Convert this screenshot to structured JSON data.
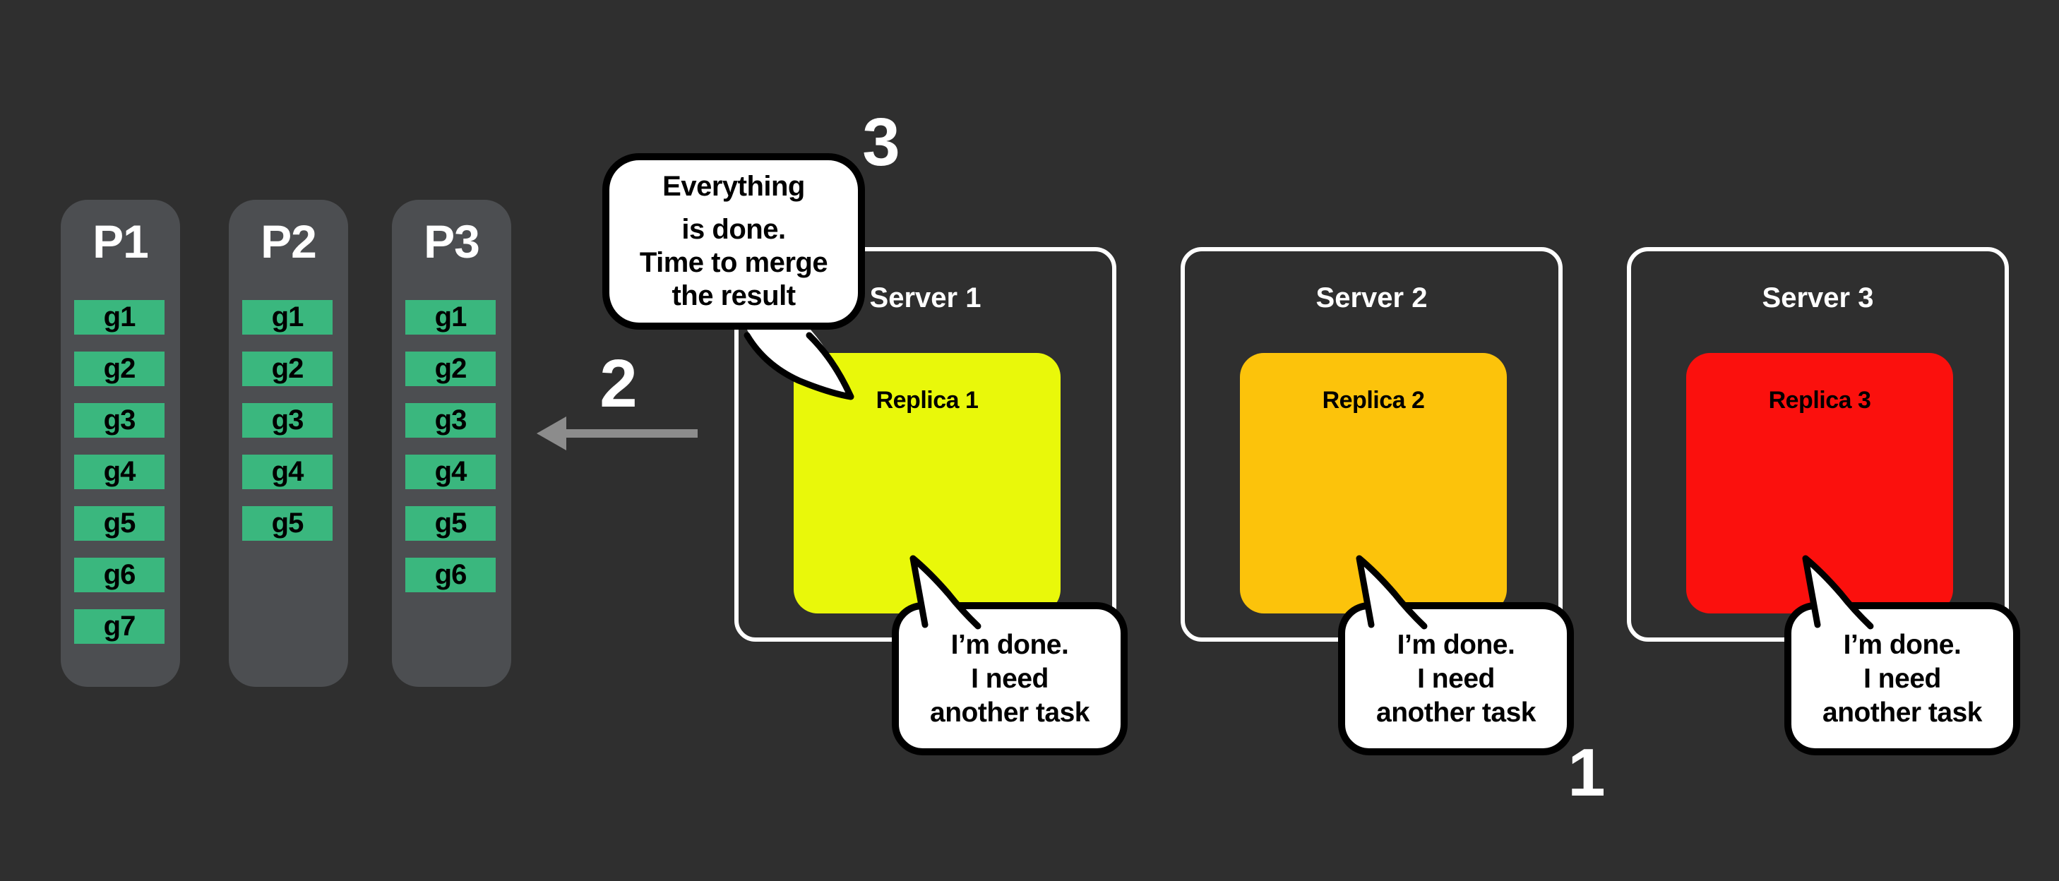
{
  "colors": {
    "background": "#2f2f2f",
    "column": "#4c4e51",
    "chip_green": "#3ab77e",
    "server_border": "#ffffff",
    "replica1_yellow": "#e9f80a",
    "replica2_orange": "#fcc30b",
    "replica3_red": "#fb100d",
    "arrow_gray": "#8c8c8c",
    "bubble_bg": "#ffffff",
    "bubble_border": "#000000"
  },
  "partitions": [
    {
      "label": "P1",
      "groups": [
        "g1",
        "g2",
        "g3",
        "g4",
        "g5",
        "g6",
        "g7"
      ]
    },
    {
      "label": "P2",
      "groups": [
        "g1",
        "g2",
        "g3",
        "g4",
        "g5"
      ]
    },
    {
      "label": "P3",
      "groups": [
        "g1",
        "g2",
        "g3",
        "g4",
        "g5",
        "g6"
      ]
    }
  ],
  "servers": [
    {
      "label": "Server 1",
      "replica_label": "Replica 1"
    },
    {
      "label": "Server 2",
      "replica_label": "Replica 2"
    },
    {
      "label": "Server 3",
      "replica_label": "Replica 3"
    }
  ],
  "merge_bubble": {
    "lines": [
      "Everything",
      "is done.",
      "Time to merge",
      "the result"
    ]
  },
  "done_bubble": {
    "lines": [
      "I’m done.",
      "I need",
      "another task"
    ]
  },
  "steps": {
    "step1": "1",
    "step2": "2",
    "step3": "3"
  }
}
